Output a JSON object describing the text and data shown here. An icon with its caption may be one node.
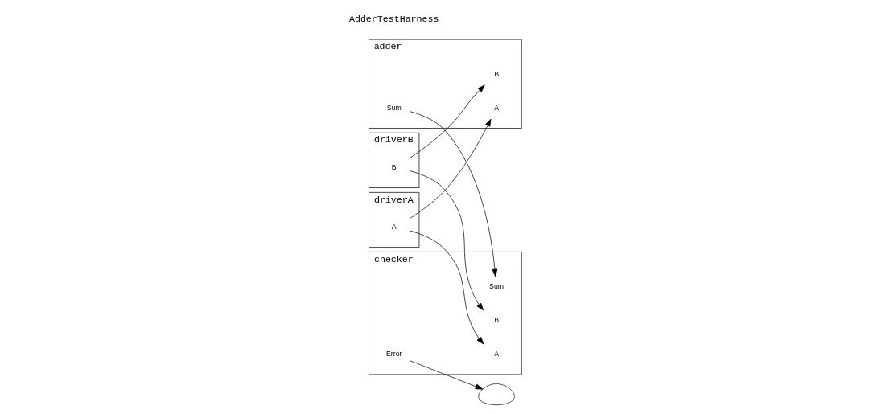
{
  "diagram": {
    "nodes": [
      {
        "text": [
          "driverA"
        ]
      },
      {
        "text": [
          "A"
        ],
        "in": 0
      },
      {
        "text": [
          "adder"
        ]
      },
      {
        "text": [
          "A"
        ],
        "in": 2
      },
      {
        "text": [
          "B"
        ],
        "in": 2
      },
      {
        "text": [
          "Sum"
        ],
        "in": 2
      },
      {
        "text": [
          "driverB"
        ]
      },
      {
        "text": [
          "B"
        ],
        "in": 6
      },
      {
        "text": [
          "checker"
        ]
      },
      {
        "text": [
          "Sum"
        ],
        "in": 8
      },
      {
        "text": [
          "A"
        ],
        "in": 8
      },
      {
        "text": [
          "B"
        ],
        "in": 8
      },
      {
        "text": [
          "Error"
        ],
        "in": 8
      },
      {
        "text": [],
        "shape": "cloud"
      }
    ],
    "edges": [
      {
        "from": 1,
        "to": 3,
        "arrow": "to"
      },
      {
        "from": 1,
        "to": 10,
        "arrow": "to"
      },
      {
        "from": 7,
        "to": 4,
        "arrow": "to"
      },
      {
        "from": 7,
        "to": 11,
        "arrow": "to"
      },
      {
        "from": 5,
        "to": 9,
        "arrow": "to"
      },
      {
        "from": 12,
        "to": 13,
        "arrow": "to"
      }
    ],
    "labels": [
      "AdderTestHarness"
    ]
  }
}
